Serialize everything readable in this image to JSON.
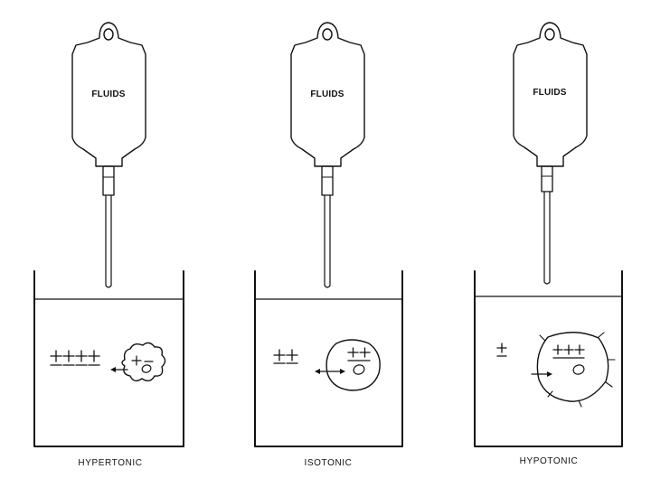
{
  "colors": {
    "ink": "#111111",
    "background": "#ffffff"
  },
  "panels": [
    {
      "bag_label": "FLUIDS",
      "caption": "HYPERTONIC"
    },
    {
      "bag_label": "FLUIDS",
      "caption": "ISOTONIC"
    },
    {
      "bag_label": "FLUIDS",
      "caption": "HYPOTONIC"
    }
  ]
}
